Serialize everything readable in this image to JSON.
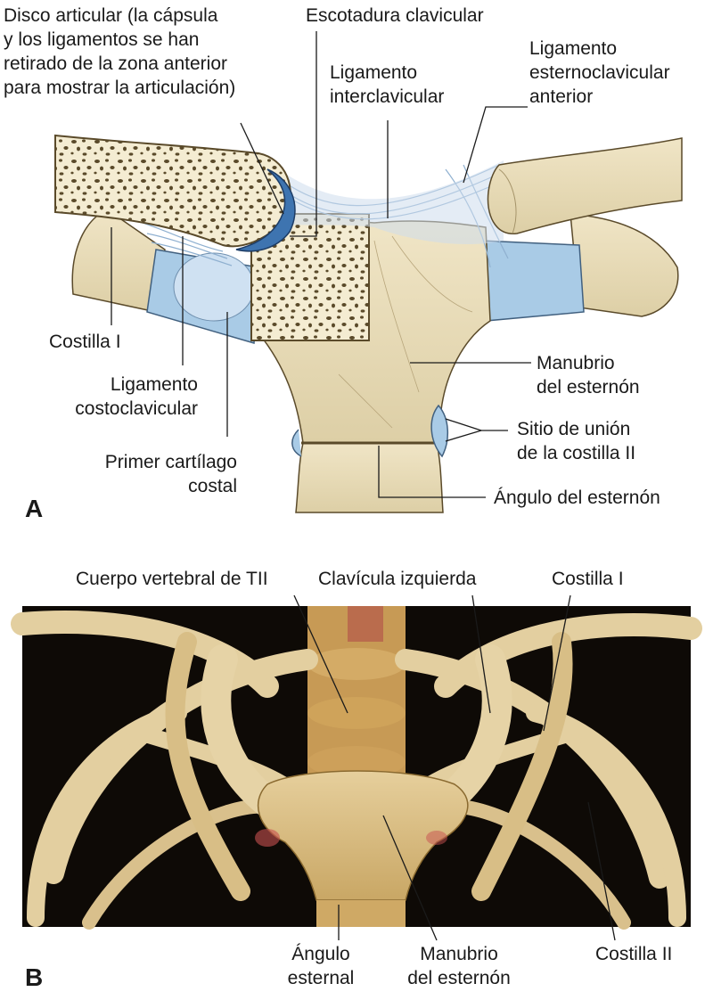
{
  "panel_a": {
    "letter": "A",
    "labels": {
      "articular_disc": "Disco articular (la cápsula\ny los ligamentos se han\nretirado de la zona anterior\npara mostrar la articulación)",
      "clavicular_notch": "Escotadura clavicular",
      "interclavicular_ligament": "Ligamento\ninterclavicular",
      "anterior_sc_ligament": "Ligamento\nesternoclavicular\nanterior",
      "first_rib": "Costilla I",
      "costoclavicular_ligament": "Ligamento\ncostoclavicular",
      "first_costal_cartilage": "Primer cartílago\ncostal",
      "manubrium": "Manubrio\ndel esternón",
      "second_rib_site": "Sitio de unión\nde la costilla II",
      "sternal_angle": "Ángulo del esternón"
    }
  },
  "panel_b": {
    "letter": "B",
    "labels": {
      "t2_body": "Cuerpo vertebral de TII",
      "left_clavicle": "Clavícula izquierda",
      "first_rib": "Costilla I",
      "sternal_angle": "Ángulo\nesternal",
      "manubrium": "Manubrio\ndel esternón",
      "second_rib": "Costilla II"
    }
  },
  "colors": {
    "bone": "#ede1be",
    "bone_dark": "#c9b88c",
    "cartilage": "#a9cbe6",
    "ligament": "#cddcec",
    "cancellous": "#f4ecd2",
    "ct_background": "#0e0a06",
    "ct_bone": "#d9c08c",
    "ct_bone_dark": "#b18a45"
  }
}
